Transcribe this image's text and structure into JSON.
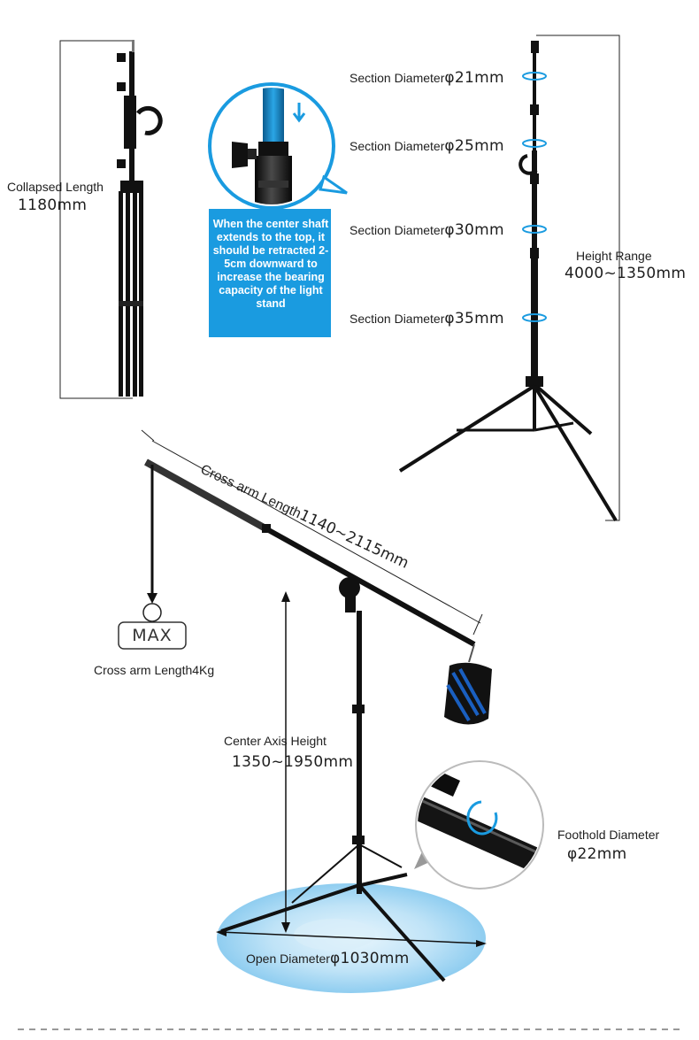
{
  "collapsed": {
    "label": "Collapsed Length",
    "value": "1180mm"
  },
  "callout": {
    "text": "When the center shaft extends to the top, it should be retracted 2-5cm downward to increase the bearing capacity of the light stand"
  },
  "sections": [
    {
      "label": "Section Diameter",
      "value": "φ21mm"
    },
    {
      "label": "Section Diameter",
      "value": "φ25mm"
    },
    {
      "label": "Section Diameter",
      "value": "φ30mm"
    },
    {
      "label": "Section Diameter",
      "value": "φ35mm"
    }
  ],
  "height_range": {
    "label": "Height Range",
    "value": "4000~1350mm"
  },
  "cross_arm": {
    "label": "Cross arm Length",
    "value": "1140~2115mm"
  },
  "max_load": {
    "badge": "MAX",
    "label": "Cross arm Length4Kg"
  },
  "center_axis": {
    "label": "Center Axis Height",
    "value": "1350~1950mm"
  },
  "foothold": {
    "label": "Foothold Diameter",
    "value": "φ22mm"
  },
  "open_diameter": {
    "label": "Open Diameter",
    "value": "φ1030mm"
  },
  "colors": {
    "accent_blue": "#1a9be0",
    "stand_black": "#111111",
    "base_glow": "#a9d9f3"
  }
}
